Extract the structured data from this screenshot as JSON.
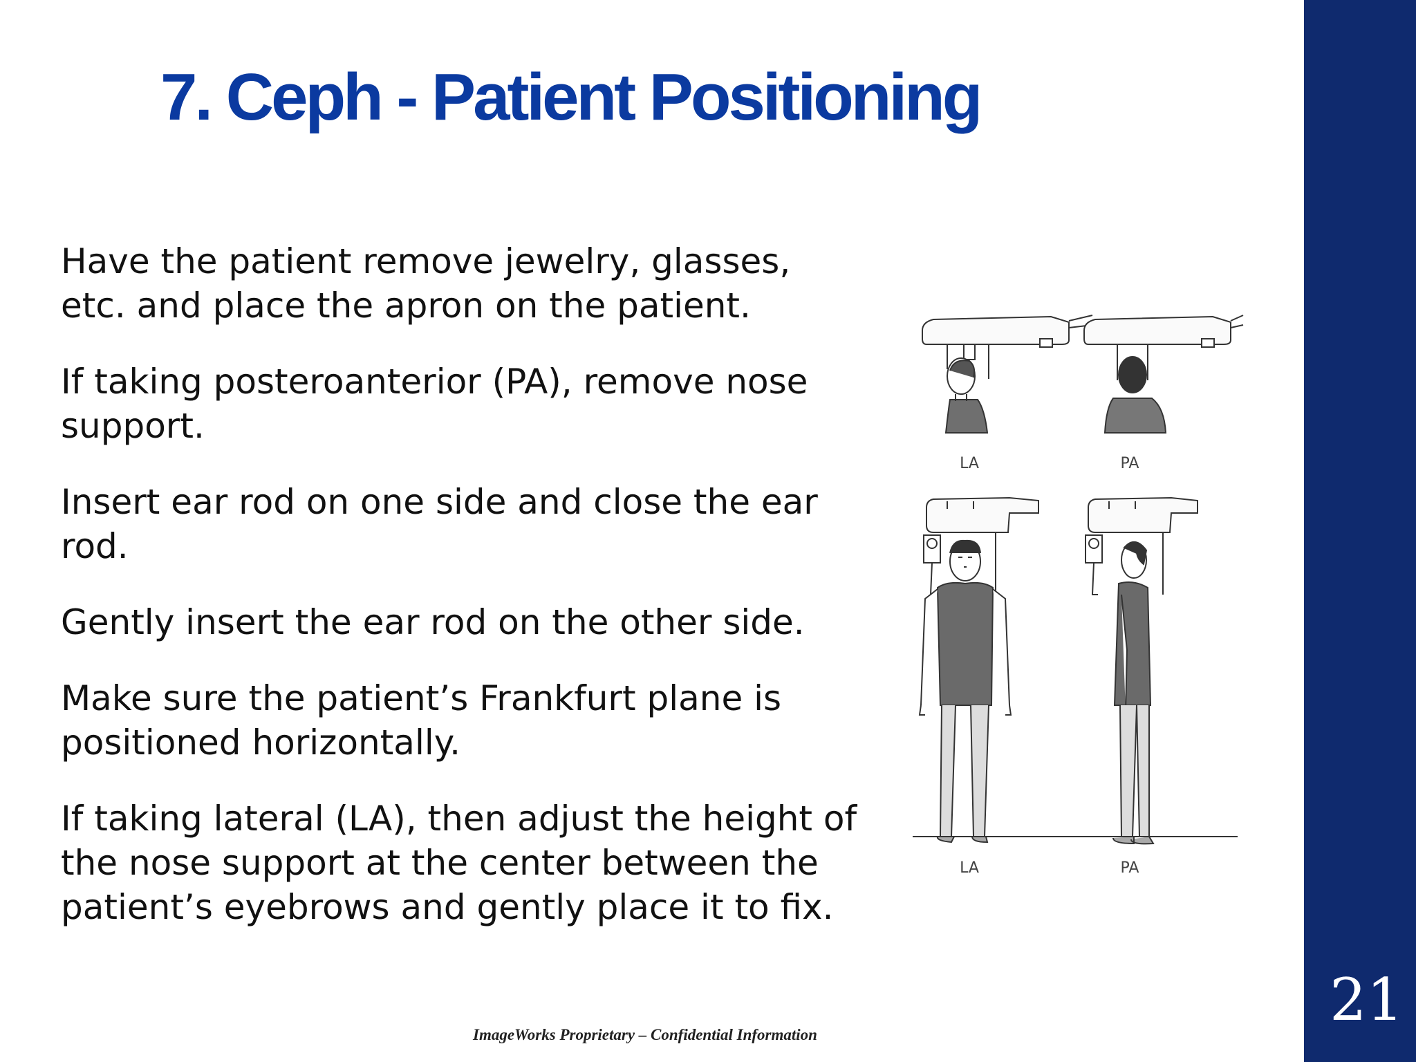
{
  "slide": {
    "title": "7. Ceph - Patient Positioning",
    "paragraphs": [
      "Have the patient remove jewelry, glasses, etc. and place the apron on the patient.",
      "If taking posteroanterior (PA), remove nose support.",
      "Insert ear rod on one side and close the ear rod.",
      "Gently insert the ear rod on the other side.",
      "Make sure the patient’s Frankfurt plane is positioned horizontally.",
      "If taking lateral (LA), then adjust the height of the nose support at the center between the patient’s eyebrows and gently place it to fix."
    ],
    "page_number": "21",
    "footer": "ImageWorks Proprietary – Confidential Information"
  },
  "figure": {
    "top_left_caption": "LA",
    "top_right_caption": "PA",
    "bottom_left_caption": "LA",
    "bottom_right_caption": "PA"
  },
  "colors": {
    "title": "#0b3aa0",
    "sidebar": "#0f2a6e",
    "body_text": "#111111"
  }
}
